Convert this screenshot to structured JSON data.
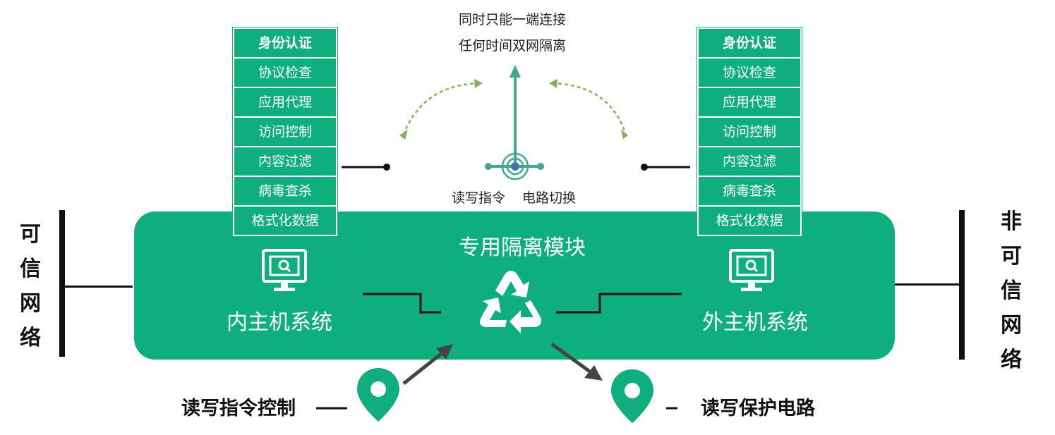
{
  "top_caption": {
    "line1": "同时只能一端连接",
    "line2": "任何时间双网隔离"
  },
  "switch_caption": {
    "left": "读写指令",
    "right": "电路切换"
  },
  "left_stack": {
    "items": [
      "身份认证",
      "协议检查",
      "应用代理",
      "访问控制",
      "内容过滤",
      "病毒查杀",
      "格式化数据"
    ]
  },
  "right_stack": {
    "items": [
      "身份认证",
      "协议检查",
      "应用代理",
      "访问控制",
      "内容过滤",
      "病毒查杀",
      "格式化数据"
    ]
  },
  "module": {
    "title": "专用隔离模块",
    "inner_host": "内主机系统",
    "outer_host": "外主机系统"
  },
  "networks": {
    "trusted": [
      "可",
      "信",
      "网",
      "络"
    ],
    "untrusted": [
      "非",
      "可",
      "信",
      "网",
      "络"
    ]
  },
  "bottom": {
    "left_label": "读写指令控制",
    "right_label": "读写保护电路"
  },
  "colors": {
    "green": "#0fae7d",
    "switch_teal": "#3fa88e",
    "dashed_arrow": "#8aae5a",
    "line": "#111111"
  },
  "icons": {
    "monitor": "monitor-search-icon",
    "recycle": "recycle-icon",
    "pin": "location-pin-icon"
  }
}
